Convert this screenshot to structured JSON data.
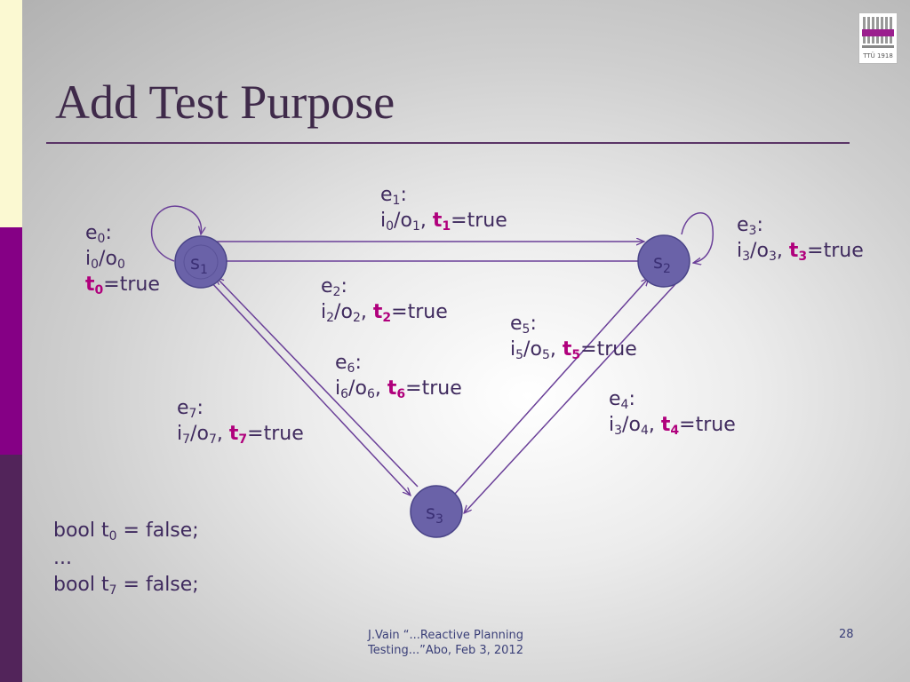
{
  "slide": {
    "title": "Add Test Purpose",
    "logo_text": "TTÜ 1918",
    "footer_line1": "J.Vain “...Reactive Planning",
    "footer_line2": "Testing...”Abo, Feb 3, 2012",
    "page_number": "28"
  },
  "states": [
    {
      "id": "s",
      "sub": "1"
    },
    {
      "id": "s",
      "sub": "2"
    },
    {
      "id": "s",
      "sub": "3"
    }
  ],
  "edges": [
    {
      "name": "e",
      "sub": "0",
      "in": "i",
      "in_sub": "0",
      "out": "o",
      "out_sub": "0",
      "t": "t",
      "t_sub": "0",
      "val": "=true"
    },
    {
      "name": "e",
      "sub": "1",
      "in": "i",
      "in_sub": "0",
      "out": "o",
      "out_sub": "1",
      "t": "t",
      "t_sub": "1",
      "val": "=true"
    },
    {
      "name": "e",
      "sub": "2",
      "in": "i",
      "in_sub": "2",
      "out": "o",
      "out_sub": "2",
      "t": "t",
      "t_sub": "2",
      "val": "=true"
    },
    {
      "name": "e",
      "sub": "3",
      "in": "i",
      "in_sub": "3",
      "out": "o",
      "out_sub": "3",
      "t": "t",
      "t_sub": "3",
      "val": "=true"
    },
    {
      "name": "e",
      "sub": "4",
      "in": "i",
      "in_sub": "3",
      "out": "o",
      "out_sub": "4",
      "t": "t",
      "t_sub": "4",
      "val": "=true"
    },
    {
      "name": "e",
      "sub": "5",
      "in": "i",
      "in_sub": "5",
      "out": "o",
      "out_sub": "5",
      "t": "t",
      "t_sub": "5",
      "val": "=true"
    },
    {
      "name": "e",
      "sub": "6",
      "in": "i",
      "in_sub": "6",
      "out": "o",
      "out_sub": "6",
      "t": "t",
      "t_sub": "6",
      "val": "=true"
    },
    {
      "name": "e",
      "sub": "7",
      "in": "i",
      "in_sub": "7",
      "out": "o",
      "out_sub": "7",
      "t": "t",
      "t_sub": "7",
      "val": "=true"
    }
  ],
  "code": {
    "line1_pre": "bool t",
    "line1_sub": "0",
    "line1_post": " = false;",
    "line2": "...",
    "line3_pre": "bool t",
    "line3_sub": "7",
    "line3_post": " = false;"
  },
  "colors": {
    "accent_magenta": "#b0007c",
    "text_purple": "#3f2a5e",
    "state_fill": "#6a62a8",
    "edge_purple": "#6a3f98"
  }
}
